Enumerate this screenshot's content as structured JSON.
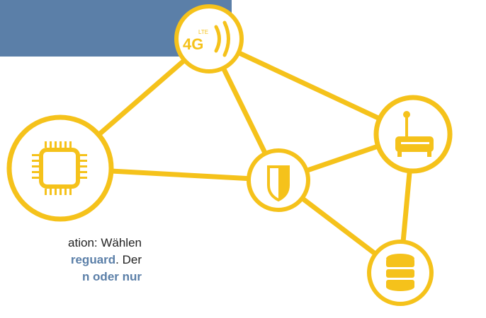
{
  "colors": {
    "banner": "#5b7fa8",
    "accent": "#f5c21b",
    "node_fill": "#ffffff",
    "text": "#222222",
    "highlight_text": "#5b7fa8"
  },
  "nodes": [
    {
      "id": "lte",
      "icon": "4g-lte-signal-icon",
      "icon_text": "4G",
      "icon_sup": "LTE"
    },
    {
      "id": "chip",
      "icon": "processor-chip-icon"
    },
    {
      "id": "shield",
      "icon": "shield-icon"
    },
    {
      "id": "router",
      "icon": "router-icon"
    },
    {
      "id": "database",
      "icon": "database-icon"
    }
  ],
  "edges": [
    [
      "lte",
      "chip"
    ],
    [
      "lte",
      "shield"
    ],
    [
      "lte",
      "router"
    ],
    [
      "chip",
      "shield"
    ],
    [
      "shield",
      "router"
    ],
    [
      "shield",
      "database"
    ],
    [
      "router",
      "database"
    ]
  ],
  "text": {
    "line1": "ation: Wählen",
    "line2_highlight": "reguard",
    "line2_rest": ". Der",
    "line3_highlight": "n oder nur"
  }
}
